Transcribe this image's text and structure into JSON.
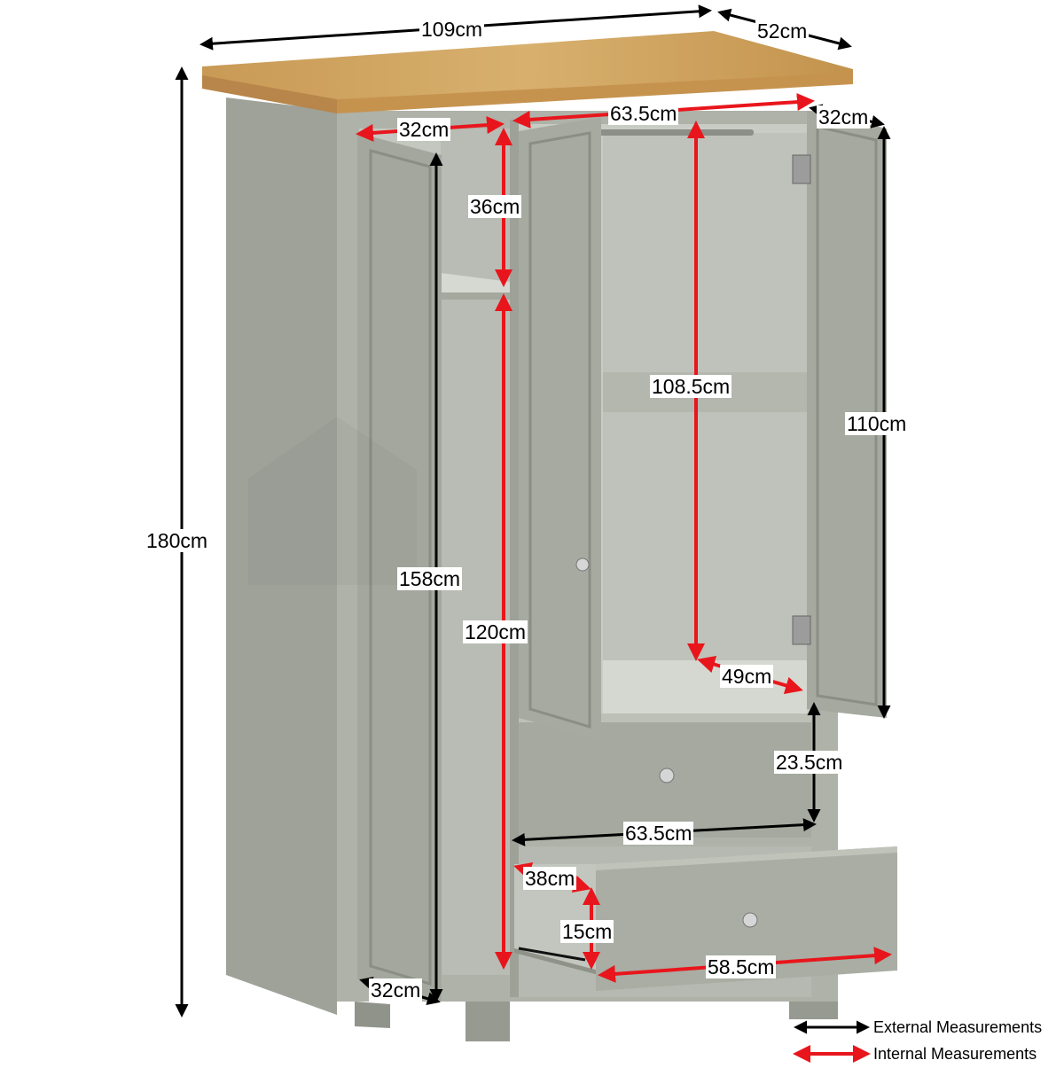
{
  "dimensions": {
    "external_width": "109cm",
    "external_depth": "52cm",
    "external_height": "180cm",
    "door_left_height": "158cm",
    "door_right_height": "110cm",
    "door_left_depth": "32cm",
    "door_right_depth": "32cm",
    "drawer_height": "23.5cm",
    "left_shelf_width": "32cm",
    "left_top_height": "36cm",
    "left_lower_height": "120cm",
    "main_width": "63.5cm",
    "main_height": "108.5cm",
    "main_depth": "49cm",
    "drawer_width": "63.5cm",
    "open_drawer_depth": "38cm",
    "open_drawer_height": "15cm",
    "open_drawer_width": "58.5cm"
  },
  "legend": {
    "external": "External Measurements",
    "internal": "Internal Measurements"
  },
  "colors": {
    "external": "#000000",
    "internal": "#e8161c",
    "carcass": "#a2a69c",
    "carcass_dark": "#8c9087",
    "interior": "#c6c9c1",
    "top": "#c89b56"
  }
}
